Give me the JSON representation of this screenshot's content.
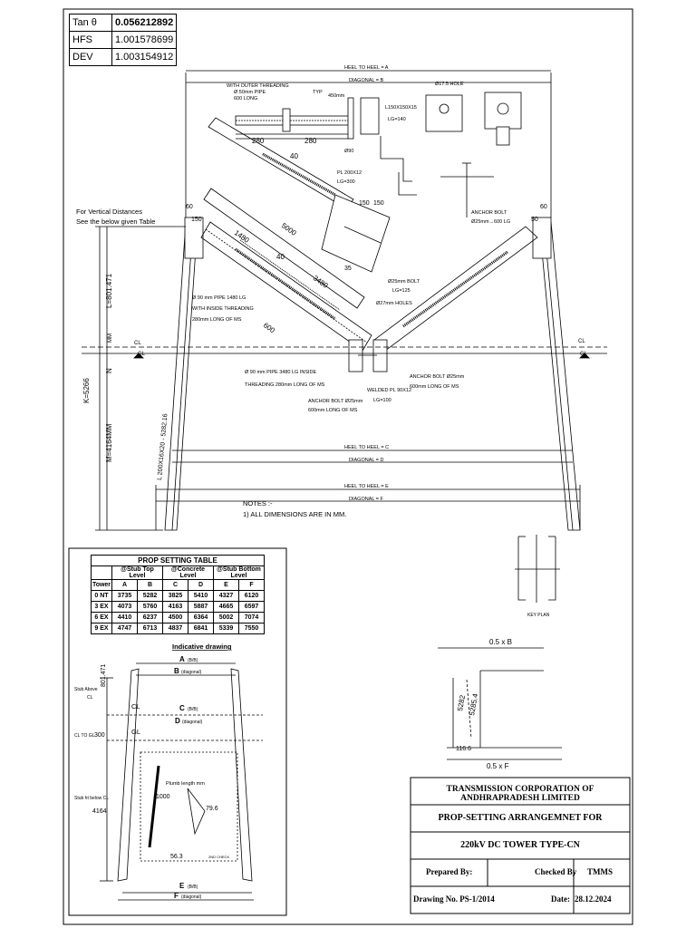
{
  "tan_table": [
    {
      "key": "Tan θ",
      "value": "0.056212892",
      "bold": true
    },
    {
      "key": "HFS",
      "value": "1.001578699",
      "bold": false
    },
    {
      "key": "DEV",
      "value": "1.003154912",
      "bold": false
    }
  ],
  "drawing": {
    "heel_a": "HEEL TO HEEL = A",
    "diag_b": "DIAGONAL = B",
    "heel_c": "HEEL TO HEEL = C",
    "diag_d": "DIAGONAL = D",
    "heel_e": "HEEL TO HEEL = E",
    "diag_f": "DIAGONAL = F",
    "outer_thread": "WITH OUTER THREADING",
    "pipe_50": "Ø 50mm PIPE",
    "long_600": "600 LONG",
    "typ": "TYP",
    "d450": "450mm",
    "hole_17": "Ø17.5 HOLE",
    "l150": "L150X150X15",
    "lg140": "LG=140",
    "d280a": "280",
    "d280b": "280",
    "d40": "40",
    "d90": "Ø90",
    "pl200": "PL 200X12",
    "lg300": "LG=300",
    "anchor_top": "ANCHOR BOLT",
    "anchor_top2": "Ø25mm→600 LG",
    "vert_1": "For Vertical Distances",
    "vert_2": "See the below given Table",
    "d60a": "60",
    "d150a": "150",
    "d60b": "60",
    "d50b": "50",
    "d1480": "1480",
    "d5000": "5000",
    "d3480": "3480",
    "d40b": "40",
    "d600": "600",
    "d150b": "150",
    "d150c": "150",
    "d35": "35",
    "bolt25": "Ø25mm BOLT",
    "lg125": "LG=125",
    "hole27": "Ø27mm HOLES",
    "pipe1480": "Ø 90 mm PIPE 1480 LG",
    "inside_thread": "WITH INSIDE THREADING",
    "long280a": "280mm LONG OF MS",
    "pipe3480": "Ø 90 mm PIPE 3480 LG INSIDE",
    "thread280": "THREADING 280mm LONG OF MS",
    "anchor_l": "ANCHOR BOLT Ø25mm",
    "anchor_l2": "600mm LONG OF MS",
    "welded": "WELDED PL 90X12",
    "lg100": "LG=100",
    "anchor_r": "ANCHOR BOLT Ø25mm",
    "anchor_r2": "600mm LONG OF MS",
    "gl_l": "GL",
    "gl_r": "GL",
    "cl_l": "CL",
    "cl_r": "CL",
    "l_dim": "L=801.471",
    "mm": "MM",
    "n_dim": "N",
    "k_dim": "K=5266",
    "m_dim": "M=4164MM",
    "stub_len": "L 200X16X20 - 5282.16",
    "notes": "NOTES :-",
    "note1": "1) ALL DIMENSIONS ARE IN MM.",
    "key_plan": "KEY PLAN",
    "half_b": "0.5 x B",
    "half_f": "0.5 x F",
    "d5282": "5282",
    "d5285": "5285.4",
    "d116": "116.6"
  },
  "prop_table": {
    "title": "PROP SETTING TABLE",
    "groups": [
      "@Stub Top Level",
      "@Concrete Level",
      "@Stub Bottom Level"
    ],
    "columns": [
      "Tower",
      "A",
      "B",
      "C",
      "D",
      "E",
      "F"
    ],
    "rows": [
      [
        "0 NT",
        "3735",
        "5282",
        "3825",
        "5410",
        "4327",
        "6120"
      ],
      [
        "3 EX",
        "4073",
        "5760",
        "4163",
        "5887",
        "4665",
        "6597"
      ],
      [
        "6 EX",
        "4410",
        "6237",
        "4500",
        "6364",
        "5002",
        "7074"
      ],
      [
        "9 EX",
        "4747",
        "6713",
        "4837",
        "6841",
        "5339",
        "7550"
      ]
    ]
  },
  "indicative": {
    "title": "Indicative drawing",
    "a_label": "A",
    "a_sub": "(B/B)",
    "b_label": "B",
    "b_sub": "(diagonal)",
    "c_label": "C",
    "c_sub": "(B/B)",
    "d_label": "D",
    "d_sub": "(diagonal)",
    "e_label": "E",
    "e_sub": "(B/B)",
    "f_label": "F",
    "f_sub": "(diagonal)",
    "stub_above": "Stub Above",
    "stub_above2": "CL",
    "v801": "801.471",
    "cl": "CL",
    "gl": "GL",
    "cl_to_gl": "CL TO GL",
    "v300": "300",
    "stub_below": "Stub ht below CL",
    "v4164": "4164",
    "plumb": "Plumb length mm",
    "v1000": "1000",
    "v79": "79.6",
    "v56": "56.3",
    "check": "2ND CHECK"
  },
  "title_block": {
    "org": "TRANSMISSION CORPORATION OF ANDHRAPRADESH LIMITED",
    "title1": "PROP-SETTING ARRANGEMNET FOR",
    "title2": "220kV DC TOWER TYPE-CN",
    "prepared_by": "Prepared By:",
    "checked_by": "Checked By",
    "checker": "TMMS",
    "drawing_no": "Drawing No. PS-1/2014",
    "date_label": "Date:",
    "date": "28.12.2024"
  }
}
